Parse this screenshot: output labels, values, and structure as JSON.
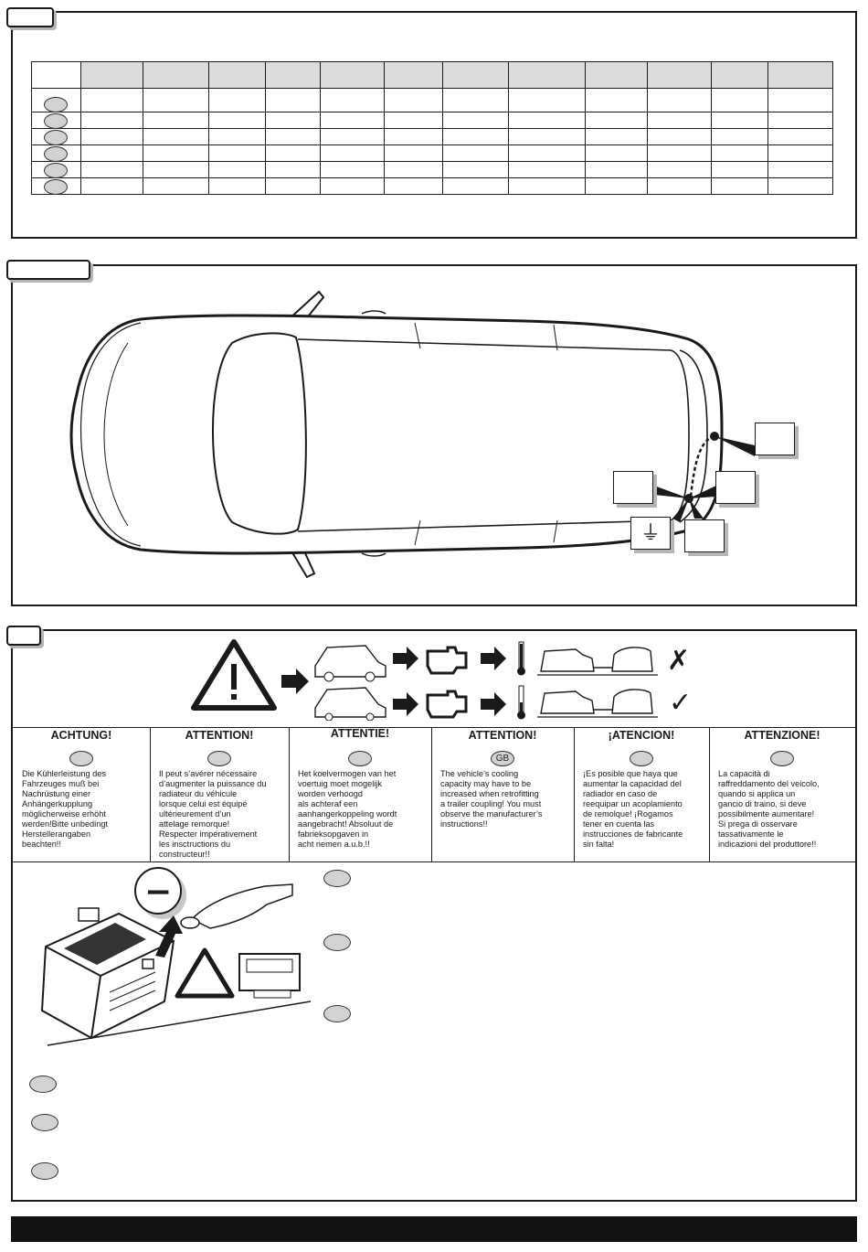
{
  "sections": {
    "table_section": {
      "row_markers": [
        "",
        "",
        "",
        "",
        "",
        ""
      ]
    },
    "car_section": {
      "ground_symbol": "⏚"
    },
    "cooling_section": {
      "status_no": "✗",
      "status_yes": "✓"
    }
  },
  "warnings": [
    {
      "heading": "ACHTUNG!",
      "marker": "",
      "text": "Die Kühlerleistung des\nFahrzeuges muß bei\nNachrüstung einer\nAnhängerkupplung\nmöglicherweise erhöht\nwerden!Bitte unbedingt\nHerstellerangaben\nbeachten!!"
    },
    {
      "heading": "ATTENTION!",
      "marker": "",
      "text": "Il peut s’avérer nécessaire\nd’augmenter la puissance du\nradiateur du véhicule\nlorsque celui est équipé\nultérieurement d’un\nattelage remorque!\nRespecter impérativement\nles insctructions du\nconstructeur!!"
    },
    {
      "heading": "ATTENTIE!",
      "marker": "",
      "text": "Het koelvermogen van het\nvoertuig moet mogelijk\nworden verhoogd\nals achteraf een\naanhangerkoppeling wordt\naangebracht! Absoluut de\nfabrieksopgaven in\nacht nemen a.u.b.!!"
    },
    {
      "heading": "ATTENTION!",
      "marker": "GB",
      "text": "The vehicle’s cooling\ncapacity may have to be\nincreased when retrofitting\na trailer coupling! You must\nobserve the manufacturer’s\ninstructions!!"
    },
    {
      "heading": "¡ATENCION!",
      "marker": "",
      "text": "¡Es posible que haya que\naumentar la capacidad del\nradiador en caso de\nreequipar un acoplamiento\nde remolque! ¡Rogamos\ntener en cuenta las\ninstrucciones de fabricante\nsin falta!"
    },
    {
      "heading": "ATTENZIONE!",
      "marker": "",
      "text": "La capacità di\nraffreddamento del veicolo,\nquando si applica un\ngancio di traino, si deve\npossibilmente aumentare!\nSi prega di osservare\ntassativamente le\nindicazioni del produttore!!"
    }
  ],
  "battery_section": {
    "minus_symbol": "−"
  }
}
